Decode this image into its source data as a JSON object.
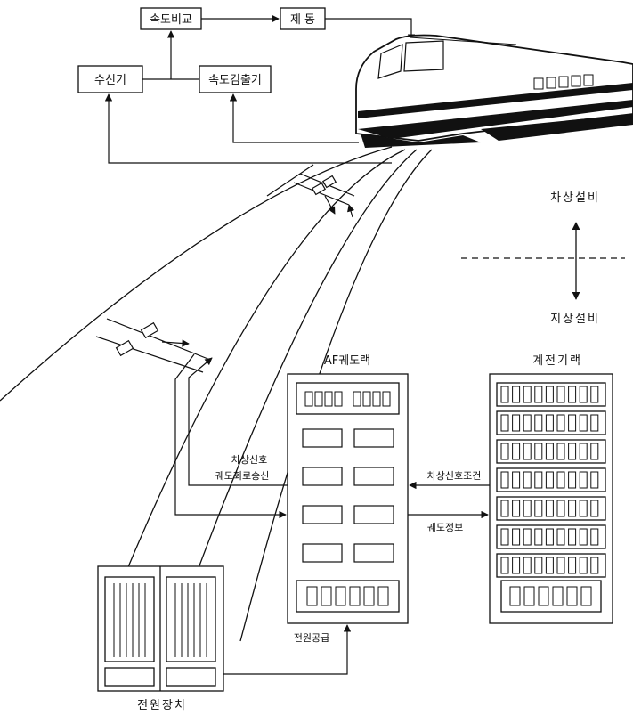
{
  "blocks": {
    "speed_compare": "속도비교",
    "brake": "제 동",
    "receiver": "수신기",
    "speed_detector": "속도검출기"
  },
  "labels": {
    "onboard": "차상설비",
    "wayside": "지상설비",
    "af_rack": "AF궤도랙",
    "relay_rack": "계전기랙",
    "cab_signal_line1": "차상신호",
    "cab_signal_line2": "궤도회로송신",
    "cab_signal_condition": "차상신호조건",
    "track_info": "궤도정보",
    "power_supply": "전원공급",
    "power_unit": "전원장치"
  },
  "colors": {
    "line": "#111111",
    "background": "#ffffff"
  }
}
